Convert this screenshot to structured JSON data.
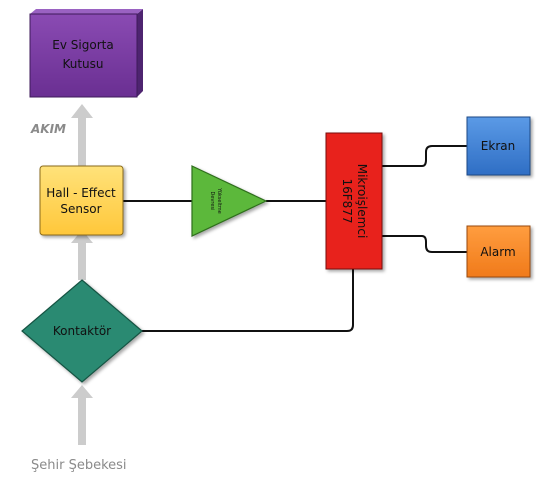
{
  "nodes": {
    "sigorta": {
      "line1": "Ev Sigorta",
      "line2": "Kutusu",
      "color": "#7b3fa0"
    },
    "sensor": {
      "line1": "Hall - Effect",
      "line2": "Sensor",
      "color": "#ffd04d"
    },
    "amplifier": {
      "line1": "Yükseltme",
      "line2": "Devresi",
      "color": "#5cb83a"
    },
    "mcu": {
      "line1": "Mikroişlemci",
      "line2": "16F877",
      "color": "#e8231c"
    },
    "ekran": {
      "label": "Ekran",
      "color": "#3e7fd6"
    },
    "alarm": {
      "label": "Alarm",
      "color": "#f58a24"
    },
    "kontaktor": {
      "label": "Kontaktör",
      "color": "#2a8a72"
    }
  },
  "labels": {
    "akim": "AKIM",
    "sehir": "Şehir Şebekesi"
  },
  "colors": {
    "flow_arrow": "#cccccc",
    "wire": "#111111"
  }
}
